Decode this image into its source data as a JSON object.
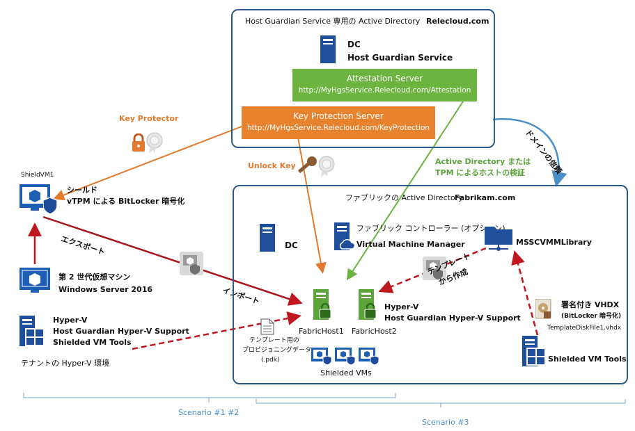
{
  "hgs_region": {
    "title": "Host Guardian Service  専用の  Active Directory",
    "domain": "Relecloud.com",
    "dc_label": "DC",
    "hgs_label": "Host Guardian Service"
  },
  "attestation_server": {
    "title": "Attestation Server",
    "url": "http://MyHgsService.Relecloud.com/Attestation",
    "color": "#6db33f"
  },
  "key_protection_server": {
    "title": "Key Protection Server",
    "url": "http://MyHgsService.Relecloud.com/KeyProtection",
    "color": "#e8822f"
  },
  "fabric_region": {
    "title": "ファブリックの  Active Directory",
    "domain": "Fabrikam.com",
    "dc_label": "DC",
    "controller_label": "ファブリック コントローラー  (オプション)",
    "vmm_label": "Virtual Machine Manager",
    "library_label": "MSSCVMMLibrary",
    "host1_label": "FabricHost1",
    "host2_label": "FabricHost2",
    "hyperv_line1": "Hyper-V",
    "hyperv_line2": "Host Guardian Hyper-V Support",
    "shielded_vms_label": "Shielded VMs",
    "template_create_line1": "テンプレート",
    "template_create_line2": "から作成",
    "vhdx_line1": "署名付き  VHDX",
    "vhdx_line2": "(BitLocker  暗号化)",
    "vhdx_file": "TemplateDiskFile1.vhdx",
    "shielded_tools_label": "Shielded VM Tools"
  },
  "arrows": {
    "key_protector": "Key Protector",
    "unlock_key": "Unlock Key",
    "attest_line1": "Active Directory  または",
    "attest_line2": "TPM  によるホストの検証",
    "domain_trust": "ドメインの信頼",
    "export": "エクスポート",
    "import": "インポート"
  },
  "tenant": {
    "vm_name": "ShieldVM1",
    "shield_line1": "シールド",
    "shield_line2": "vTPM  による  BitLocker  暗号化",
    "gen2_line1": "第 2  世代仮想マシン",
    "gen2_line2": "Windows Server 2016",
    "hv_line1": "Hyper-V",
    "hv_line2": "Host Guardian Hyper-V Support",
    "hv_line3": "Shielded VM Tools",
    "env_label": "テナントの  Hyper-V  環境",
    "pdk_line1": "テンプレート用の",
    "pdk_line2": "プロビジョニングデータ",
    "pdk_line3": "(.pdk)"
  },
  "scenarios": {
    "s12": "Scenario #1 #2",
    "s3": "Scenario #3"
  },
  "icons": [
    "server-tower-icon",
    "vm-monitor-icon",
    "shield-icon",
    "padlock-icon",
    "certificate-icon",
    "key-icon",
    "windows-logo-icon",
    "network-folder-icon",
    "document-icon",
    "cloud-icon",
    "disk-icon"
  ]
}
